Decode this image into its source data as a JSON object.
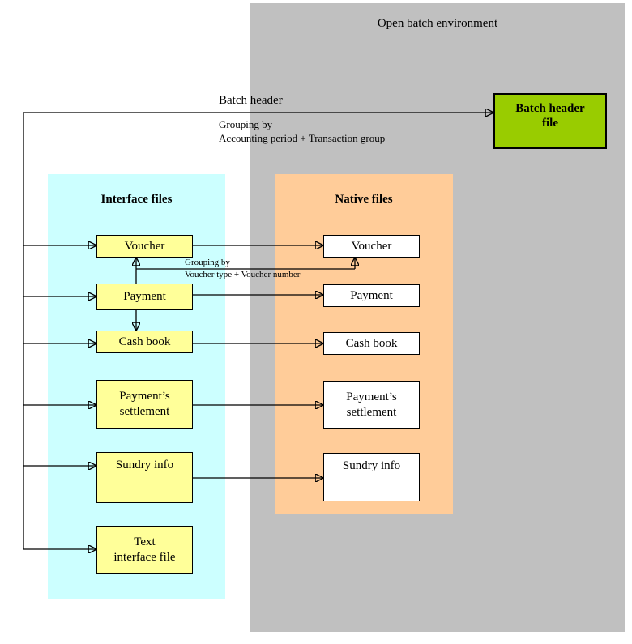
{
  "environment_title": "Open batch environment",
  "batch_header_flow": {
    "label": "Batch header",
    "grouping_note": "Grouping by\nAccounting period + Transaction group"
  },
  "batch_header_file_box": "Batch header\nfile",
  "voucher_grouping_note": "Grouping by\nVoucher type + Voucher number",
  "interface_files": {
    "title": "Interface files",
    "boxes": [
      "Voucher",
      "Payment",
      "Cash book",
      "Payment’s\nsettlement",
      "Sundry info",
      "Text\ninterface file"
    ]
  },
  "native_files": {
    "title": "Native files",
    "boxes": [
      "Voucher",
      "Payment",
      "Cash book",
      "Payment’s\nsettlement",
      "Sundry info"
    ]
  },
  "colors": {
    "region-gray": "#c0c0c0",
    "region-cyan": "#ccffff",
    "region-orange": "#ffcc99",
    "box-yellow": "#ffff99",
    "box-green": "#99cc00",
    "line-black": "#000000"
  }
}
